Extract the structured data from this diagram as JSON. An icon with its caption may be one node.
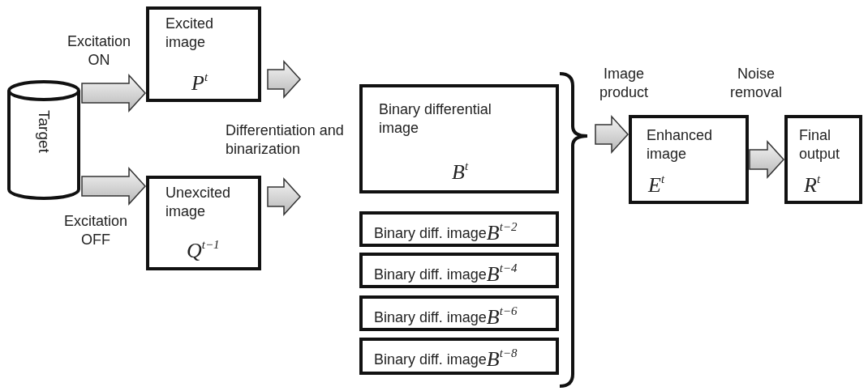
{
  "diagram": {
    "nodes": [
      {
        "text": [
          "Target"
        ]
      },
      {
        "text": [
          "Excited image",
          "P$^{t}$"
        ]
      },
      {
        "text": [
          "Unexcited image",
          "Q$^{t−1}$"
        ]
      },
      {
        "text": [
          "Binary differential image",
          "B$^{t}$"
        ]
      },
      {
        "text": [
          "Binary diff. image",
          "B$^{t−2}$"
        ]
      },
      {
        "text": [
          "Binary diff. image",
          "B$^{t−4}$"
        ]
      },
      {
        "text": [
          "Binary diff. image",
          "B$^{t−6}$"
        ]
      },
      {
        "text": [
          "Binary diff. image",
          "B$^{t−8}$"
        ]
      },
      {
        "text": [
          "Enhanced image",
          "E$^{t}$"
        ]
      },
      {
        "text": [
          "Final output",
          "R$^{t}$"
        ]
      }
    ],
    "edges": [
      {
        "from": 0,
        "to": 1,
        "arrow": "to",
        "label": "Excitation ON"
      },
      {
        "from": 0,
        "to": 2,
        "arrow": "to",
        "label": "Excitation OFF"
      },
      {
        "from": 1,
        "to": null,
        "arrow": "to"
      },
      {
        "from": 2,
        "to": null,
        "arrow": "to"
      },
      {
        "from": null,
        "to": 8,
        "arrow": "to",
        "label": "Image product"
      },
      {
        "from": 8,
        "to": 9,
        "arrow": "to",
        "label": "Noise removal"
      }
    ],
    "labels": [
      "Differentiation and binarization"
    ]
  }
}
